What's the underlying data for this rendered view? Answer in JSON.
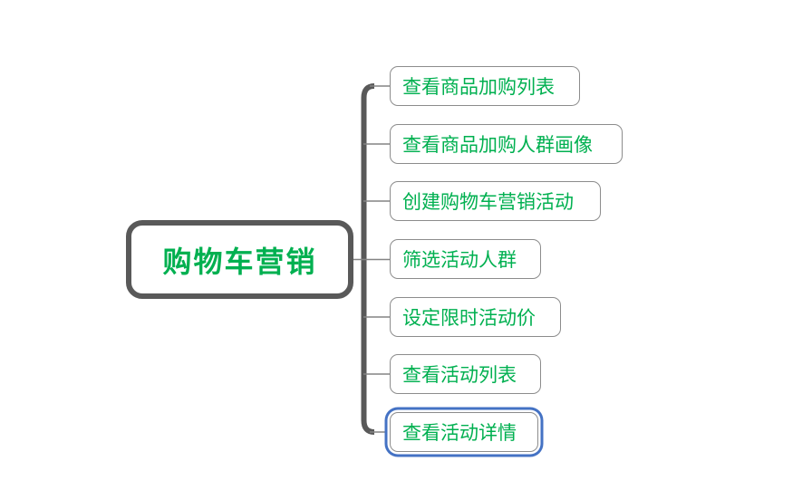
{
  "mindmap": {
    "root": {
      "label": "购物车营销"
    },
    "children": [
      {
        "label": "查看商品加购列表",
        "selected": false
      },
      {
        "label": "查看商品加购人群画像",
        "selected": false
      },
      {
        "label": "创建购物车营销活动",
        "selected": false
      },
      {
        "label": "筛选活动人群",
        "selected": false
      },
      {
        "label": "设定限时活动价",
        "selected": false
      },
      {
        "label": "查看活动列表",
        "selected": false
      },
      {
        "label": "查看活动详情",
        "selected": true
      }
    ],
    "colors": {
      "topic_text_green": "#00B050",
      "root_border_gray": "#595959",
      "child_border_gray": "#8C8C8C",
      "connector_gray": "#848484",
      "selection_blue": "#4472C4",
      "background": "#ffffff"
    }
  }
}
